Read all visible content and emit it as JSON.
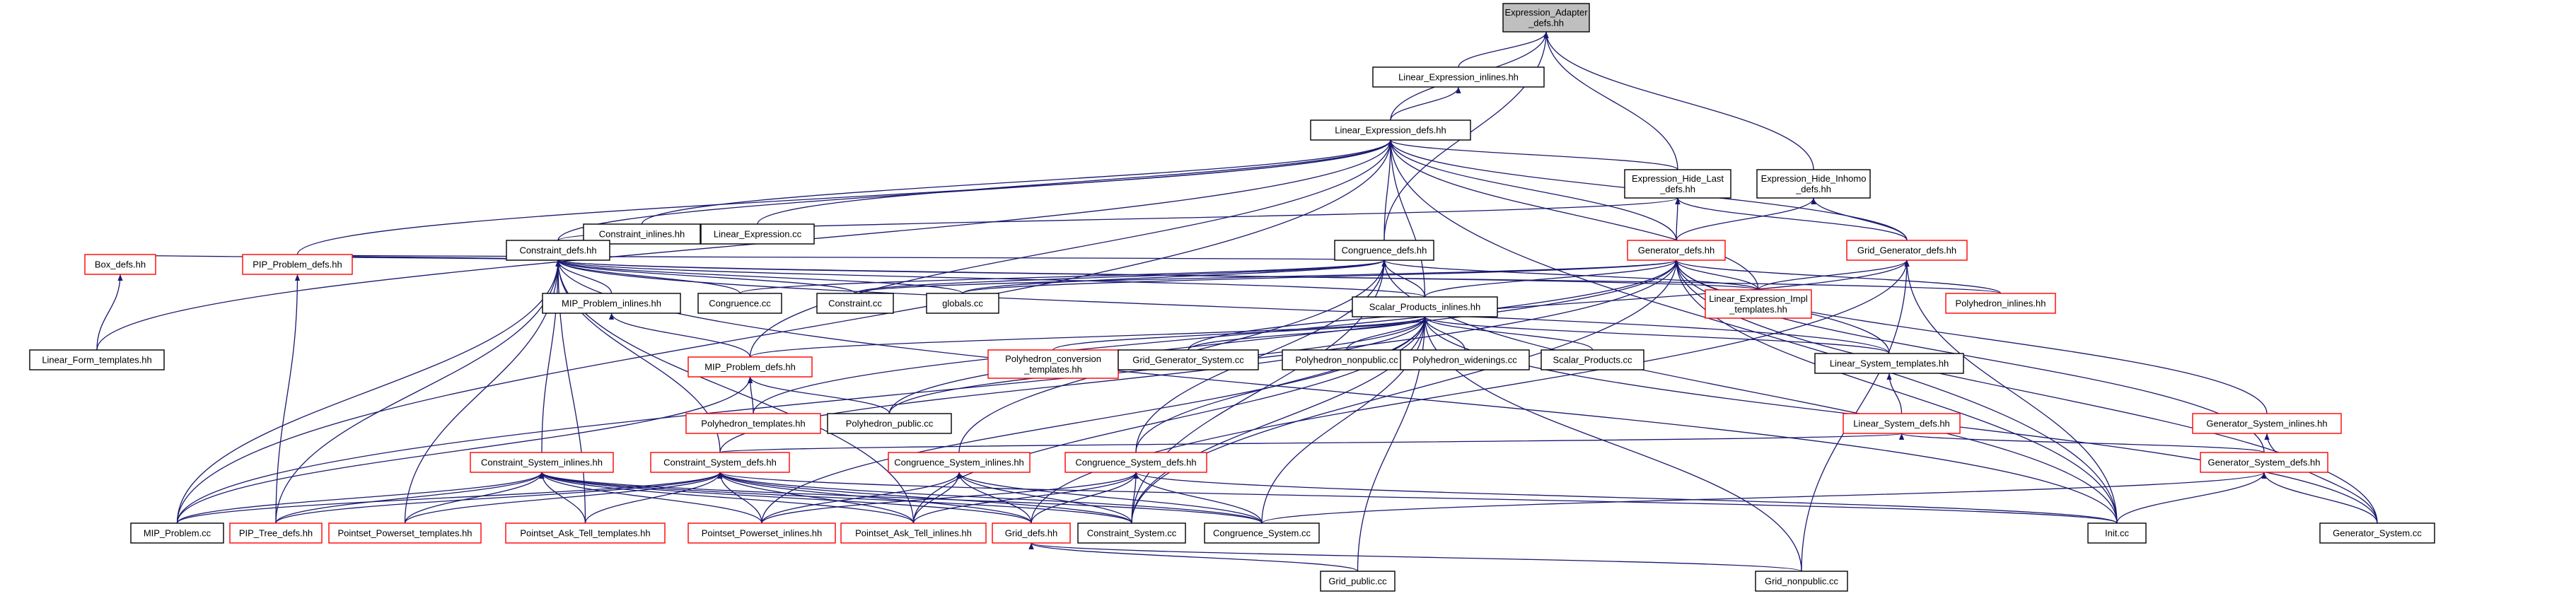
{
  "colors": {
    "edge": "#191970",
    "border_black": "#000000",
    "border_red": "#ff0000",
    "root_fill": "#bfbfbf"
  },
  "nodes": [
    {
      "id": "root",
      "lines": [
        "Expression_Adapter",
        "_defs.hh"
      ],
      "border": "root"
    },
    {
      "id": "leinl",
      "lines": [
        "Linear_Expression_inlines.hh"
      ],
      "border": "black"
    },
    {
      "id": "ledefs",
      "lines": [
        "Linear_Expression_defs.hh"
      ],
      "border": "black"
    },
    {
      "id": "ehl",
      "lines": [
        "Expression_Hide_Last",
        "_defs.hh"
      ],
      "border": "black"
    },
    {
      "id": "ehi",
      "lines": [
        "Expression_Hide_Inhomo",
        "_defs.hh"
      ],
      "border": "black"
    },
    {
      "id": "cinl",
      "lines": [
        "Constraint_inlines.hh"
      ],
      "border": "black"
    },
    {
      "id": "lecc",
      "lines": [
        "Linear_Expression.cc"
      ],
      "border": "black"
    },
    {
      "id": "cdefs",
      "lines": [
        "Constraint_defs.hh"
      ],
      "border": "black"
    },
    {
      "id": "congdefs",
      "lines": [
        "Congruence_defs.hh"
      ],
      "border": "black"
    },
    {
      "id": "gendefs",
      "lines": [
        "Generator_defs.hh"
      ],
      "border": "red"
    },
    {
      "id": "ggdefs",
      "lines": [
        "Grid_Generator_defs.hh"
      ],
      "border": "red"
    },
    {
      "id": "boxdefs",
      "lines": [
        "Box_defs.hh"
      ],
      "border": "red"
    },
    {
      "id": "pipdefs",
      "lines": [
        "PIP_Problem_defs.hh"
      ],
      "border": "red"
    },
    {
      "id": "mipinl",
      "lines": [
        "MIP_Problem_inlines.hh"
      ],
      "border": "black"
    },
    {
      "id": "congcc",
      "lines": [
        "Congruence.cc"
      ],
      "border": "black"
    },
    {
      "id": "constrcc",
      "lines": [
        "Constraint.cc"
      ],
      "border": "black"
    },
    {
      "id": "globalscc",
      "lines": [
        "globals.cc"
      ],
      "border": "black"
    },
    {
      "id": "spinl",
      "lines": [
        "Scalar_Products_inlines.hh"
      ],
      "border": "black"
    },
    {
      "id": "leimpl",
      "lines": [
        "Linear_Expression_Impl",
        "_templates.hh"
      ],
      "border": "red"
    },
    {
      "id": "polyinl",
      "lines": [
        "Polyhedron_inlines.hh"
      ],
      "border": "red"
    },
    {
      "id": "lftmpl",
      "lines": [
        "Linear_Form_templates.hh"
      ],
      "border": "black"
    },
    {
      "id": "mipdefs",
      "lines": [
        "MIP_Problem_defs.hh"
      ],
      "border": "red"
    },
    {
      "id": "polyconv",
      "lines": [
        "Polyhedron_conversion",
        "_templates.hh"
      ],
      "border": "red"
    },
    {
      "id": "ggsyscc",
      "lines": [
        "Grid_Generator_System.cc"
      ],
      "border": "black"
    },
    {
      "id": "polynonpub",
      "lines": [
        "Polyhedron_nonpublic.cc"
      ],
      "border": "black"
    },
    {
      "id": "polywiden",
      "lines": [
        "Polyhedron_widenings.cc"
      ],
      "border": "black"
    },
    {
      "id": "spcc",
      "lines": [
        "Scalar_Products.cc"
      ],
      "border": "black"
    },
    {
      "id": "lstmpl",
      "lines": [
        "Linear_System_templates.hh"
      ],
      "border": "black"
    },
    {
      "id": "polytmpl",
      "lines": [
        "Polyhedron_templates.hh"
      ],
      "border": "red"
    },
    {
      "id": "polypub",
      "lines": [
        "Polyhedron_public.cc"
      ],
      "border": "black"
    },
    {
      "id": "lsdefs",
      "lines": [
        "Linear_System_defs.hh"
      ],
      "border": "red"
    },
    {
      "id": "gensysinl",
      "lines": [
        "Generator_System_inlines.hh"
      ],
      "border": "red"
    },
    {
      "id": "csinl",
      "lines": [
        "Constraint_System_inlines.hh"
      ],
      "border": "red"
    },
    {
      "id": "csdefs",
      "lines": [
        "Constraint_System_defs.hh"
      ],
      "border": "red"
    },
    {
      "id": "congsinl",
      "lines": [
        "Congruence_System_inlines.hh"
      ],
      "border": "red"
    },
    {
      "id": "congsdefs",
      "lines": [
        "Congruence_System_defs.hh"
      ],
      "border": "red"
    },
    {
      "id": "gensdefs",
      "lines": [
        "Generator_System_defs.hh"
      ],
      "border": "red"
    },
    {
      "id": "mipcc",
      "lines": [
        "MIP_Problem.cc"
      ],
      "border": "black"
    },
    {
      "id": "piptree",
      "lines": [
        "PIP_Tree_defs.hh"
      ],
      "border": "red"
    },
    {
      "id": "ppwtmpl",
      "lines": [
        "Pointset_Powerset_templates.hh"
      ],
      "border": "red"
    },
    {
      "id": "patttmpl",
      "lines": [
        "Pointset_Ask_Tell_templates.hh"
      ],
      "border": "red"
    },
    {
      "id": "ppwinl",
      "lines": [
        "Pointset_Powerset_inlines.hh"
      ],
      "border": "red"
    },
    {
      "id": "pattinl",
      "lines": [
        "Pointset_Ask_Tell_inlines.hh"
      ],
      "border": "red"
    },
    {
      "id": "griddefs",
      "lines": [
        "Grid_defs.hh"
      ],
      "border": "red"
    },
    {
      "id": "csyscc",
      "lines": [
        "Constraint_System.cc"
      ],
      "border": "black"
    },
    {
      "id": "congsyscc",
      "lines": [
        "Congruence_System.cc"
      ],
      "border": "black"
    },
    {
      "id": "initcc",
      "lines": [
        "Init.cc"
      ],
      "border": "black"
    },
    {
      "id": "gensyscc",
      "lines": [
        "Generator_System.cc"
      ],
      "border": "black"
    },
    {
      "id": "gridpub",
      "lines": [
        "Grid_public.cc"
      ],
      "border": "black"
    },
    {
      "id": "gridnonpub",
      "lines": [
        "Grid_nonpublic.cc"
      ],
      "border": "black"
    }
  ],
  "edges": [
    [
      "leinl",
      "root"
    ],
    [
      "ledefs",
      "root"
    ],
    [
      "ehl",
      "root"
    ],
    [
      "ehi",
      "root"
    ],
    [
      "congdefs",
      "root"
    ],
    [
      "ledefs",
      "leinl"
    ],
    [
      "ehl",
      "ledefs"
    ],
    [
      "ggdefs",
      "ledefs"
    ],
    [
      "cinl",
      "ledefs"
    ],
    [
      "lecc",
      "ledefs"
    ],
    [
      "cdefs",
      "ledefs"
    ],
    [
      "congdefs",
      "ledefs"
    ],
    [
      "gendefs",
      "ledefs"
    ],
    [
      "pipdefs",
      "ledefs"
    ],
    [
      "lftmpl",
      "ledefs"
    ],
    [
      "mipcc",
      "ledefs"
    ],
    [
      "mipdefs",
      "ledefs"
    ],
    [
      "spinl",
      "ledefs"
    ],
    [
      "leimpl",
      "ledefs"
    ],
    [
      "initcc",
      "ledefs"
    ],
    [
      "cdefs",
      "ehl"
    ],
    [
      "gendefs",
      "ehl"
    ],
    [
      "ggdefs",
      "ehl"
    ],
    [
      "gendefs",
      "ehi"
    ],
    [
      "ggdefs",
      "ehi"
    ],
    [
      "cdefs",
      "cinl"
    ],
    [
      "boxdefs",
      "cdefs"
    ],
    [
      "pipdefs",
      "cdefs"
    ],
    [
      "mipinl",
      "cdefs"
    ],
    [
      "congcc",
      "cdefs"
    ],
    [
      "constrcc",
      "cdefs"
    ],
    [
      "globalscc",
      "cdefs"
    ],
    [
      "spinl",
      "cdefs"
    ],
    [
      "leimpl",
      "cdefs"
    ],
    [
      "polyinl",
      "cdefs"
    ],
    [
      "mipcc",
      "cdefs"
    ],
    [
      "piptree",
      "cdefs"
    ],
    [
      "csinl",
      "cdefs"
    ],
    [
      "csdefs",
      "cdefs"
    ],
    [
      "ppwtmpl",
      "cdefs"
    ],
    [
      "patttmpl",
      "cdefs"
    ],
    [
      "pattinl",
      "cdefs"
    ],
    [
      "initcc",
      "cdefs"
    ],
    [
      "lstmpl",
      "cdefs"
    ],
    [
      "congcc",
      "congdefs"
    ],
    [
      "constrcc",
      "congdefs"
    ],
    [
      "globalscc",
      "congdefs"
    ],
    [
      "spinl",
      "congdefs"
    ],
    [
      "congsdefs",
      "congdefs"
    ],
    [
      "congsinl",
      "congdefs"
    ],
    [
      "csyscc",
      "congdefs"
    ],
    [
      "initcc",
      "congdefs"
    ],
    [
      "leimpl",
      "congdefs"
    ],
    [
      "pipdefs",
      "congdefs"
    ],
    [
      "constrcc",
      "gendefs"
    ],
    [
      "globalscc",
      "gendefs"
    ],
    [
      "spinl",
      "gendefs"
    ],
    [
      "leimpl",
      "gendefs"
    ],
    [
      "polyinl",
      "gendefs"
    ],
    [
      "mipcc",
      "gendefs"
    ],
    [
      "polytmpl",
      "gendefs"
    ],
    [
      "polypub",
      "gendefs"
    ],
    [
      "gensdefs",
      "gendefs"
    ],
    [
      "gensyscc",
      "gendefs"
    ],
    [
      "initcc",
      "gendefs"
    ],
    [
      "gensysinl",
      "gendefs"
    ],
    [
      "csyscc",
      "gendefs"
    ],
    [
      "lstmpl",
      "gendefs"
    ],
    [
      "leimpl",
      "ggdefs"
    ],
    [
      "griddefs",
      "ggdefs"
    ],
    [
      "ggsyscc",
      "ggdefs"
    ],
    [
      "initcc",
      "ggdefs"
    ],
    [
      "gridnonpub",
      "ggdefs"
    ],
    [
      "lftmpl",
      "boxdefs"
    ],
    [
      "piptree",
      "pipdefs"
    ],
    [
      "mipdefs",
      "mipinl"
    ],
    [
      "mipdefs",
      "spinl"
    ],
    [
      "polyconv",
      "spinl"
    ],
    [
      "ggsyscc",
      "spinl"
    ],
    [
      "polynonpub",
      "spinl"
    ],
    [
      "polywiden",
      "spinl"
    ],
    [
      "spcc",
      "spinl"
    ],
    [
      "lstmpl",
      "spinl"
    ],
    [
      "polypub",
      "spinl"
    ],
    [
      "congsdefs",
      "spinl"
    ],
    [
      "congsyscc",
      "spinl"
    ],
    [
      "gridnonpub",
      "spinl"
    ],
    [
      "gensyscc",
      "spinl"
    ],
    [
      "csyscc",
      "spinl"
    ],
    [
      "gridpub",
      "spinl"
    ],
    [
      "pattinl",
      "spinl"
    ],
    [
      "ppwinl",
      "spinl"
    ],
    [
      "csdefs",
      "spinl"
    ],
    [
      "polytmpl",
      "mipdefs"
    ],
    [
      "polypub",
      "mipdefs"
    ],
    [
      "mipcc",
      "mipdefs"
    ],
    [
      "lsdefs",
      "lstmpl"
    ],
    [
      "gensdefs",
      "lsdefs"
    ],
    [
      "csdefs",
      "lsdefs"
    ],
    [
      "gensyscc",
      "gensysinl"
    ],
    [
      "mipcc",
      "csinl"
    ],
    [
      "piptree",
      "csinl"
    ],
    [
      "ppwtmpl",
      "csinl"
    ],
    [
      "patttmpl",
      "csinl"
    ],
    [
      "ppwinl",
      "csinl"
    ],
    [
      "pattinl",
      "csinl"
    ],
    [
      "griddefs",
      "csinl"
    ],
    [
      "csyscc",
      "csinl"
    ],
    [
      "congsyscc",
      "csinl"
    ],
    [
      "mipcc",
      "csdefs"
    ],
    [
      "piptree",
      "csdefs"
    ],
    [
      "ppwtmpl",
      "csdefs"
    ],
    [
      "patttmpl",
      "csdefs"
    ],
    [
      "ppwinl",
      "csdefs"
    ],
    [
      "pattinl",
      "csdefs"
    ],
    [
      "griddefs",
      "csdefs"
    ],
    [
      "csyscc",
      "csdefs"
    ],
    [
      "congsyscc",
      "csdefs"
    ],
    [
      "initcc",
      "csdefs"
    ],
    [
      "ppwinl",
      "congsinl"
    ],
    [
      "pattinl",
      "congsinl"
    ],
    [
      "griddefs",
      "congsinl"
    ],
    [
      "csyscc",
      "congsinl"
    ],
    [
      "congsyscc",
      "congsinl"
    ],
    [
      "ppwinl",
      "congsdefs"
    ],
    [
      "pattinl",
      "congsdefs"
    ],
    [
      "griddefs",
      "congsdefs"
    ],
    [
      "csyscc",
      "congsdefs"
    ],
    [
      "congsyscc",
      "congsdefs"
    ],
    [
      "initcc",
      "congsdefs"
    ],
    [
      "initcc",
      "gensdefs"
    ],
    [
      "gensyscc",
      "gensdefs"
    ],
    [
      "congsyscc",
      "gensdefs"
    ],
    [
      "gridpub",
      "griddefs"
    ],
    [
      "gridnonpub",
      "griddefs"
    ]
  ]
}
